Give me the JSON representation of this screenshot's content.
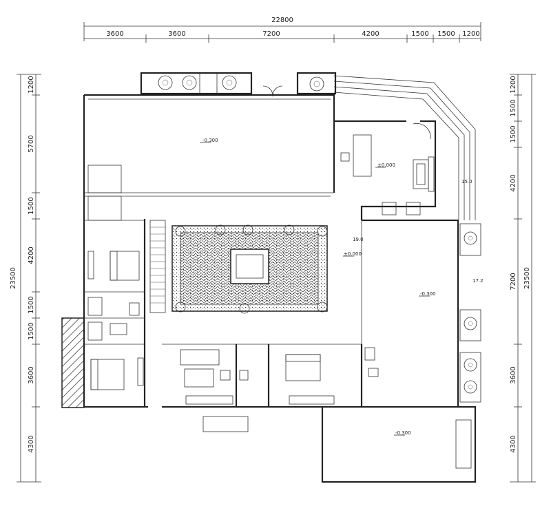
{
  "top_dims": {
    "total": "22800",
    "segments": [
      "3600",
      "3600",
      "7200",
      "4200",
      "1500",
      "1500",
      "1200"
    ]
  },
  "left_dims": {
    "total": "23500",
    "segments": [
      "1200",
      "5700",
      "1500",
      "4200",
      "1500",
      "1500",
      "3600",
      "4300"
    ]
  },
  "right_dims": {
    "total": "23500",
    "segments": [
      "1200",
      "1500",
      "1500",
      "4200",
      "7200",
      "3600",
      "4300"
    ]
  },
  "levels": {
    "front_yard": "-0.300",
    "living": "±0.000",
    "courtyard": "±0.000",
    "corridor": "-0.300",
    "garden": "-0.300"
  },
  "markers": {
    "stair_up": "15.0",
    "side": "17.2",
    "court_side": "19.0"
  }
}
